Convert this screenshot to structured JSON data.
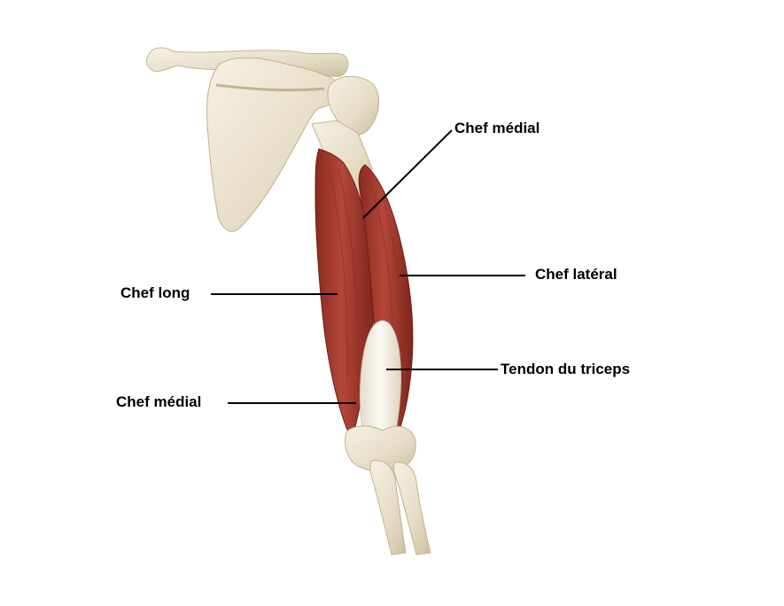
{
  "labels": {
    "medial_head_top": "Chef médial",
    "lateral_head": "Chef latéral",
    "long_head": "Chef long",
    "triceps_tendon": "Tendon du triceps",
    "medial_head_bottom": "Chef médial"
  },
  "colors": {
    "bone": "#ece4d2",
    "bone_shadow": "#c9bda3",
    "muscle": "#a8392c",
    "muscle_dark": "#7d2319",
    "muscle_light": "#c2584a",
    "tendon": "#f3efe6",
    "leader_line": "#000000"
  }
}
